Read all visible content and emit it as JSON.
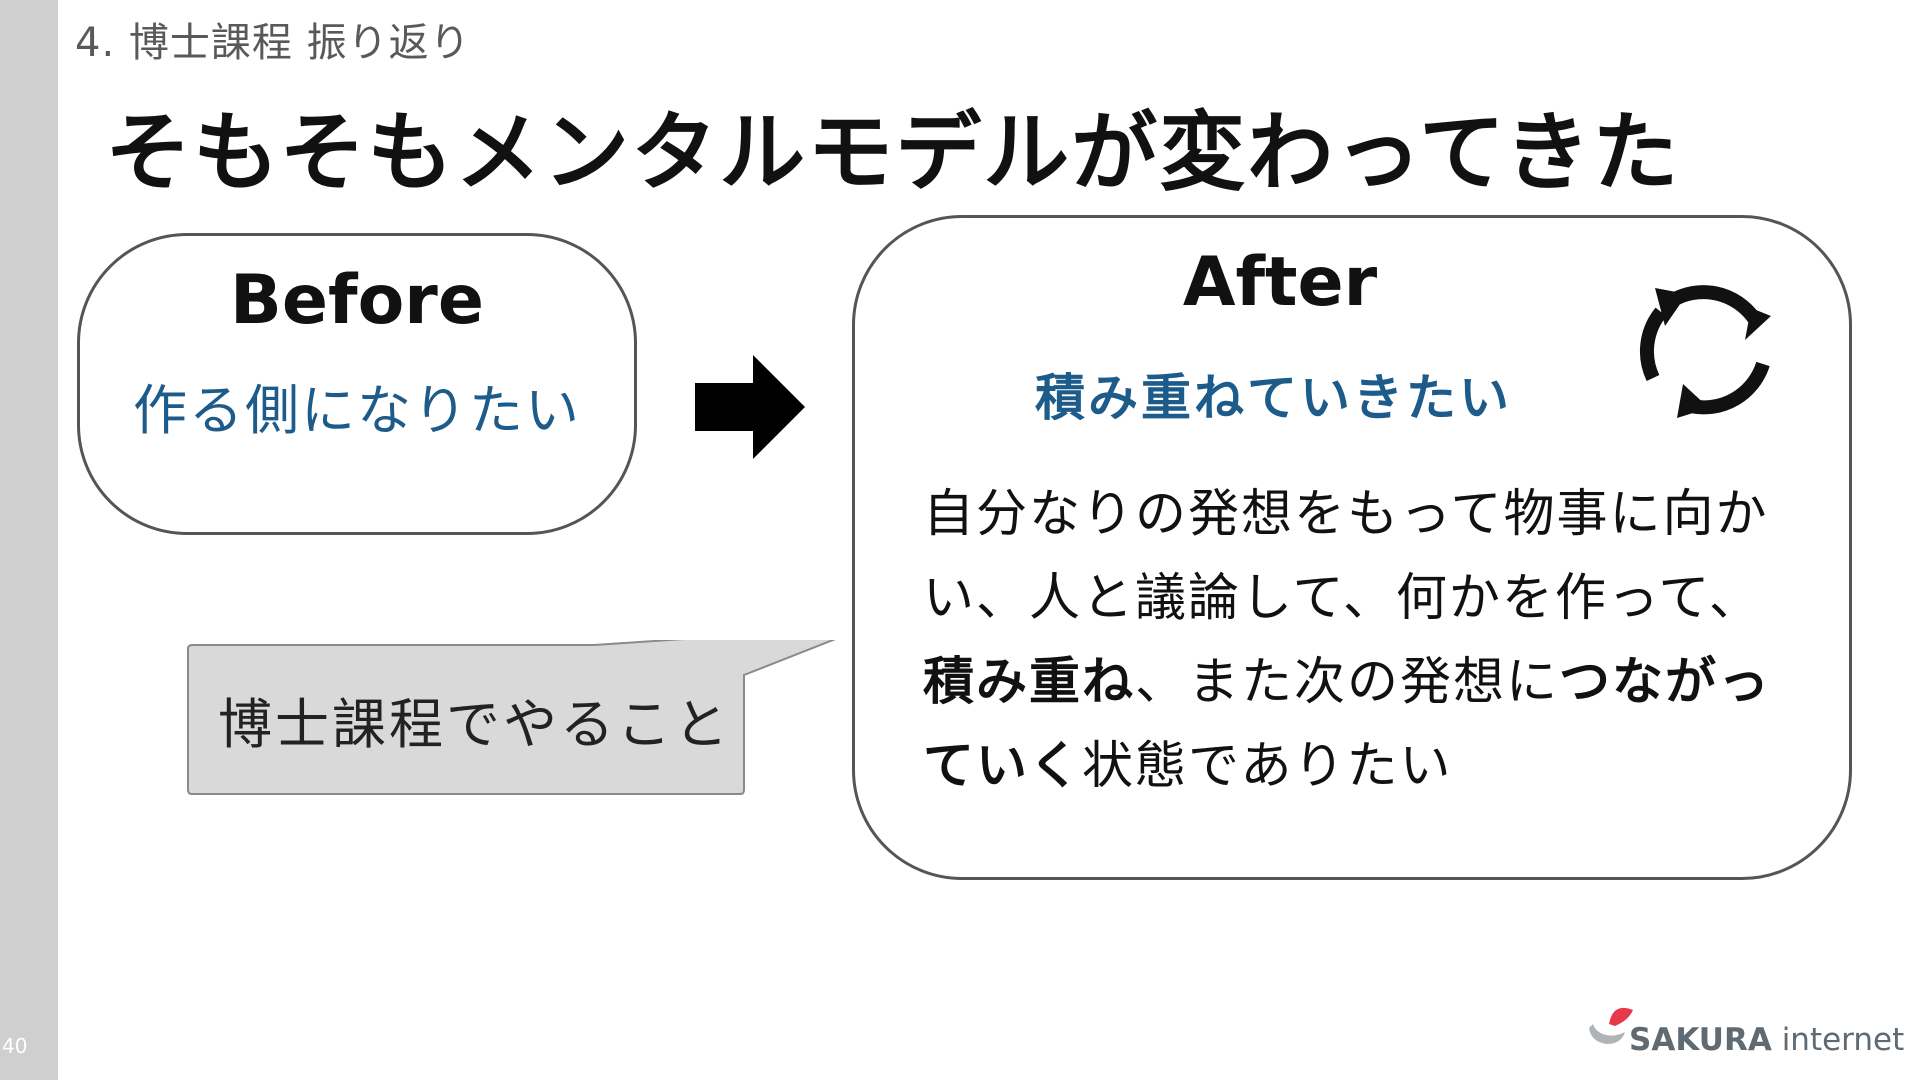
{
  "slide": {
    "page_number": "40",
    "section_label": "4. 博士課程 振り返り",
    "title": "そもそもメンタルモデルが変わってきた"
  },
  "before": {
    "heading": "Before",
    "text": "作る側になりたい"
  },
  "after": {
    "heading": "After",
    "subtitle": "積み重ねていきたい",
    "body": {
      "line1": "自分なりの発想をもって物事に向か",
      "line2": "い、人と議論して、何かを作って、",
      "line3_bold1": "積み重ね",
      "line3_mid": "、また次の発想に",
      "line3_bold2": "つながっ",
      "line4_bold": "ていく",
      "line4_rest": "状態でありたい"
    }
  },
  "callout": {
    "text": "博士課程でやること"
  },
  "logo": {
    "brand_bold": "SAKURA",
    "brand_rest": " internet"
  },
  "colors": {
    "accent_blue": "#1d5b8a",
    "sidebar_gray": "#cfcfd0",
    "callout_fill": "#d9d9d9",
    "logo_red": "#e6394a"
  },
  "icons": {
    "arrow": "right-arrow-icon",
    "cycle": "cycle-arrows-icon",
    "logo": "sakura-logo-icon"
  }
}
